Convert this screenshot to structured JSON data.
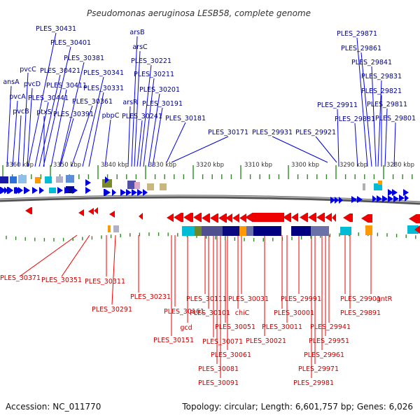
{
  "title": "Pseudomonas aeruginosa LESB58, complete genome",
  "accession": "Accession: NC_011770",
  "topology": "Topology: circular; Length: 6,601,757 bp; Genes: 6,026",
  "colors": {
    "forward": "#0000dd",
    "reverse": "#ee0000",
    "backbone": "#808080",
    "tick": "#2e8b22",
    "label_forward": "#00008b",
    "label_reverse": "#cc0000"
  },
  "scale_labels": [
    "3360 kbp",
    "3350 kbp",
    "3340 kbp",
    "3330 kbp",
    "3320 kbp",
    "3310 kbp",
    "3300 kbp",
    "3290 kbp",
    "3280 kbp"
  ],
  "forward_labels": [
    "PLES_30431",
    "PLES_30401",
    "PLES_30381",
    "PLES_30421",
    "PLES_30341",
    "PLES_30411",
    "PLES_30331",
    "PLES_30441",
    "PLES_30361",
    "PLES_30391",
    "pvcC",
    "ansA",
    "pvcD",
    "pvcA",
    "pvcB",
    "ptxS",
    "arsB",
    "arsC",
    "PLES_30221",
    "PLES_30211",
    "PLES_30201",
    "PLES_30191",
    "arsR",
    "PLES_30241",
    "pbpC",
    "PLES_30181",
    "PLES_30171",
    "PLES_29931",
    "PLES_29921",
    "PLES_29871",
    "PLES_29861",
    "PLES_29841",
    "PLES_29831",
    "PLES_29821",
    "PLES_29811",
    "PLES_29911",
    "PLES_29881",
    "PLES_29801"
  ],
  "reverse_labels": [
    "PLES_30371",
    "PLES_30351",
    "PLES_30311",
    "PLES_30291",
    "PLES_30231",
    "PLES_30161",
    "gcd",
    "PLES_30151",
    "PLES_30111",
    "PLES_30101",
    "PLES_30071",
    "PLES_30081",
    "PLES_30091",
    "chiC",
    "PLES_30051",
    "PLES_30061",
    "PLES_30031",
    "PLES_30021",
    "PLES_30001",
    "PLES_30011",
    "PLES_29991",
    "PLES_29971",
    "PLES_29981",
    "PLES_29961",
    "PLES_29951",
    "PLES_29941",
    "PLES_29901",
    "PLES_29891",
    "gntR"
  ]
}
